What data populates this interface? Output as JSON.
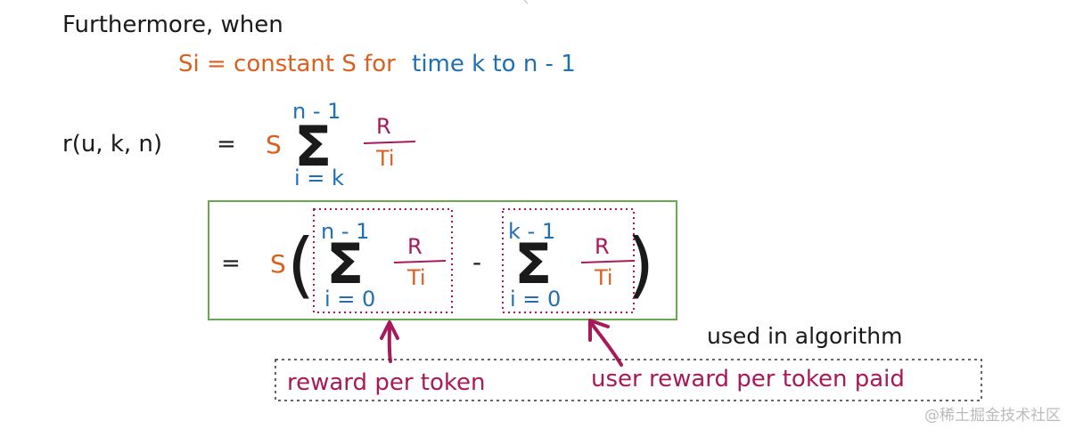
{
  "colors": {
    "black": "#1a1a1a",
    "orange": "#d9601f",
    "blue": "#1f6fb5",
    "magenta": "#a8195a",
    "green": "#6aa84f",
    "gray": "#bbbbbb"
  },
  "intro": "Furthermore, when",
  "condition": {
    "part1": "Si = constant S for",
    "part2": "time k to n - 1"
  },
  "eq1": {
    "lhs": "r(u, k, n)",
    "equals": "=",
    "coef": "S",
    "sigma": "Σ",
    "upper": "n - 1",
    "lower": "i = k",
    "num": "R",
    "den": "Ti"
  },
  "eq2": {
    "equals": "=",
    "coef": "S",
    "left_paren": "(",
    "right_paren": ")",
    "minus": "-",
    "term1": {
      "sigma": "Σ",
      "upper": "n - 1",
      "lower": "i = 0",
      "num": "R",
      "den": "Ti"
    },
    "term2": {
      "sigma": "Σ",
      "upper": "k - 1",
      "lower": "i = 0",
      "num": "R",
      "den": "Ti"
    }
  },
  "note_used": "used in algorithm",
  "label1": "reward per token",
  "label2": "user reward per token paid",
  "watermark": "@稀土掘金技术社区"
}
